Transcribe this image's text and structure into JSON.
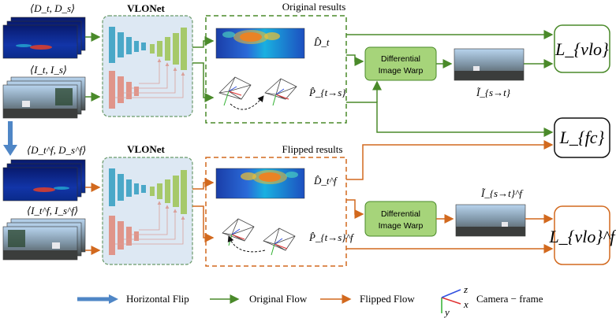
{
  "colors": {
    "green": "#4a8a2a",
    "orange": "#d2691e",
    "blue_arrow": "#4f86c6",
    "net_bg": "#dde8f3",
    "net_border": "#6a9a6a",
    "encoder_blue": "#4aa8c8",
    "encoder_red": "#e0958a",
    "decoder_green": "#a6c96a",
    "warp_fill": "#a6d47a",
    "loss_green": "#4a8a2a",
    "loss_orange": "#d2691e"
  },
  "top": {
    "depth_pair_label": "⟨D_t, D_s⟩",
    "image_pair_label": "⟨I_t, I_s⟩",
    "network_title": "VLONet",
    "results_title": "Original results",
    "depth_pred_label": "D̂_t",
    "pose_pred_label": "P̂_{t→s}",
    "warp_label_line1": "Differential",
    "warp_label_line2": "Image Warp",
    "warped_label": "Ĩ_{s→t}",
    "loss_label": "L_{vlo}"
  },
  "bottom": {
    "depth_pair_label": "⟨D_t^f, D_s^f⟩",
    "image_pair_label": "⟨I_t^f, I_s^f⟩",
    "network_title": "VLONet",
    "results_title": "Flipped results",
    "depth_pred_label": "D̂_t^f",
    "pose_pred_label": "P̂_{t→s}^f",
    "warp_label_line1": "Differential",
    "warp_label_line2": "Image Warp",
    "warped_label": "Ĩ_{s→t}^f",
    "loss_label": "L_{vlo}^f"
  },
  "fc_loss_label": "L_{fc}",
  "legend": {
    "horizontal_flip": "Horizontal Flip",
    "original_flow": "Original Flow",
    "flipped_flow": "Flipped Flow",
    "camera_frame": "Camera − frame",
    "axis_z": "z",
    "axis_x": "x",
    "axis_y": "y"
  }
}
